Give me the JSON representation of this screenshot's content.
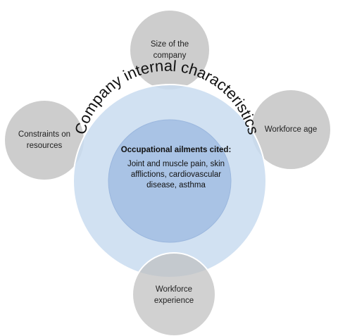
{
  "diagram": {
    "outer_label": "Company internal characteristics",
    "inner": {
      "heading": "Occupational ailments cited:",
      "body": "Joint and muscle pain, skin afflictions, cardiovascular disease, asthma"
    },
    "satellites": [
      {
        "label": "Size of the company"
      },
      {
        "label": "Workforce age"
      },
      {
        "label": "Workforce experience"
      },
      {
        "label": "Constraints on resources"
      }
    ],
    "colors": {
      "outer_fill": "#c9dcf0",
      "inner_fill": "#a9c3e5",
      "satellite_fill": "#bfbfbf",
      "satellite_stroke": "#ffffff",
      "text": "#111111"
    }
  }
}
